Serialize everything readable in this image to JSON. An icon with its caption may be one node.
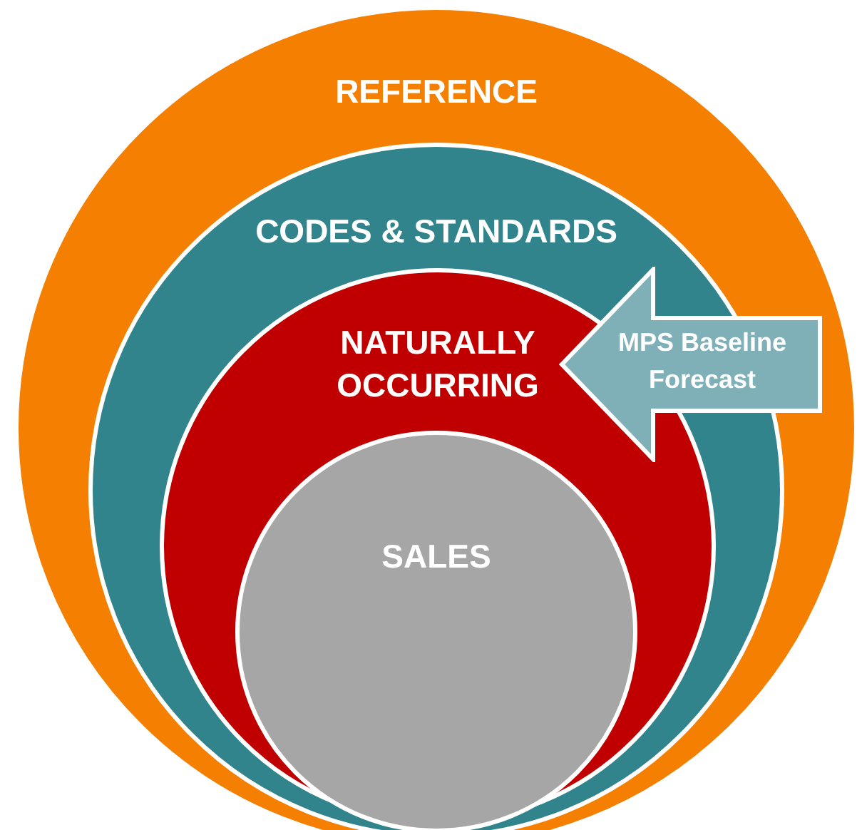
{
  "diagram": {
    "nodes": [
      {
        "text": [
          "REFERENCE"
        ]
      },
      {
        "text": [
          "CODES & STANDARDS"
        ],
        "in": 0
      },
      {
        "text": [
          "NATURALLY OCCURRING"
        ],
        "in": 1
      },
      {
        "text": [
          "SALES"
        ],
        "in": 2
      },
      {
        "text": [
          "MPS Baseline Forecast"
        ],
        "in": 0
      }
    ]
  }
}
